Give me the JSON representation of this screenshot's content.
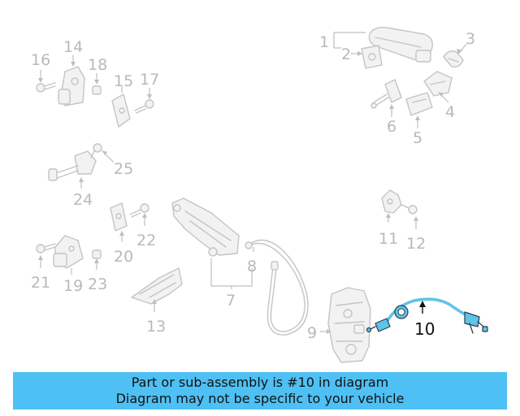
{
  "callouts": {
    "c1": "1",
    "c2": "2",
    "c3": "3",
    "c4": "4",
    "c5": "5",
    "c6": "6",
    "c7": "7",
    "c8": "8",
    "c9": "9",
    "c10": "10",
    "c11": "11",
    "c12": "12",
    "c13": "13",
    "c14": "14",
    "c15": "15",
    "c16": "16",
    "c17": "17",
    "c18": "18",
    "c19": "19",
    "c20": "20",
    "c21": "21",
    "c22": "22",
    "c23": "23",
    "c24": "24",
    "c25": "25"
  },
  "highlighted_part": "10",
  "colors": {
    "banner": "#4fc0f4",
    "highlight": "#5fc4ea",
    "inactive_part": "#c4c4c4",
    "text": "#111111"
  },
  "footer": {
    "line1": "Part or sub-assembly is #10 in diagram",
    "line2": "Diagram may not be specific to your vehicle"
  }
}
